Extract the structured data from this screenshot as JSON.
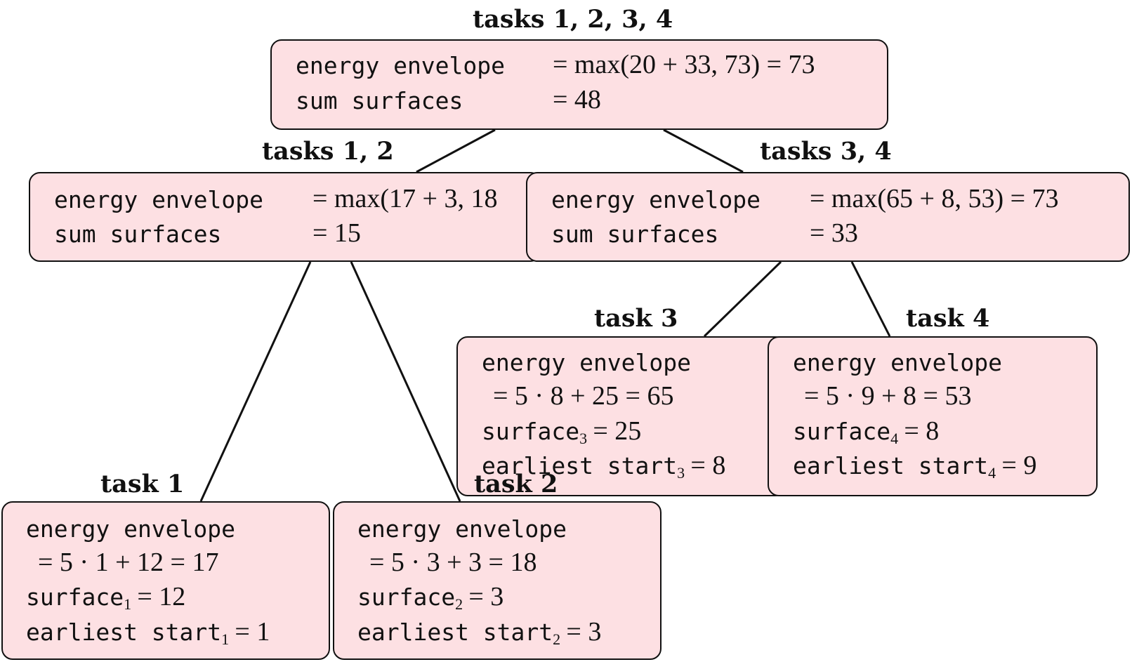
{
  "root": {
    "title": "tasks 1, 2, 3, 4",
    "energy_label": "energy envelope",
    "energy_value": "= max(20 + 33, 73) = 73",
    "sum_label": "sum surfaces",
    "sum_value": "= 48"
  },
  "left": {
    "title": "tasks 1, 2",
    "energy_label": "energy envelope",
    "energy_value": "= max(17 + 3, 18",
    "sum_label": "sum surfaces",
    "sum_value": "= 15"
  },
  "right": {
    "title": "tasks 3, 4",
    "energy_label": "energy envelope",
    "energy_value": "= max(65 + 8, 53) = 73",
    "sum_label": "sum surfaces",
    "sum_value": "= 33"
  },
  "task1": {
    "title": "task 1",
    "energy_label": "energy envelope",
    "energy_formula": "= 5 · 1 + 12 = 17",
    "surface_label": "surface",
    "surface_sub": "1",
    "surface_value": "= 12",
    "start_label": "earliest start",
    "start_sub": "1",
    "start_value": "= 1"
  },
  "task2": {
    "title": "task 2",
    "energy_label": "energy envelope",
    "energy_formula": "= 5 · 3 + 3 = 18",
    "surface_label": "surface",
    "surface_sub": "2",
    "surface_value": "= 3",
    "start_label": "earliest start",
    "start_sub": "2",
    "start_value": "= 3"
  },
  "task3": {
    "title": "task 3",
    "energy_label": "energy envelope",
    "energy_formula": "= 5 · 8 + 25 = 65",
    "surface_label": "surface",
    "surface_sub": "3",
    "surface_value": "= 25",
    "start_label": "earliest start",
    "start_sub": "3",
    "start_value": "= 8"
  },
  "task4": {
    "title": "task 4",
    "energy_label": "energy envelope",
    "energy_formula": "= 5 · 9 + 8 = 53",
    "surface_label": "surface",
    "surface_sub": "4",
    "surface_value": "= 8",
    "start_label": "earliest start",
    "start_sub": "4",
    "start_value": "= 9"
  }
}
